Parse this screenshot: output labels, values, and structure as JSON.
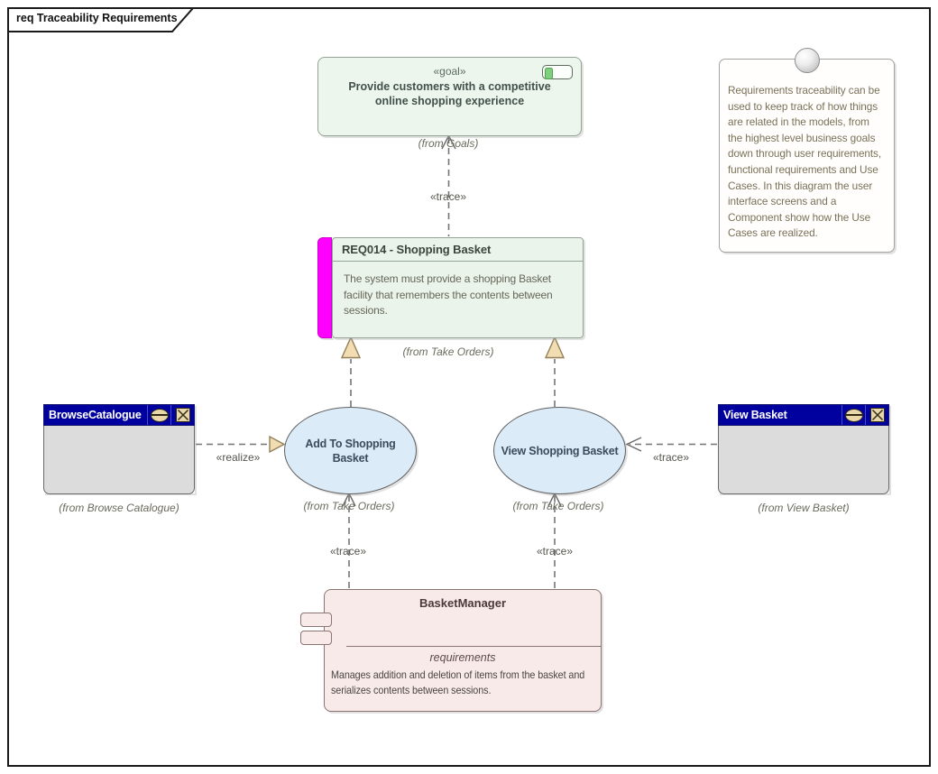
{
  "frame": {
    "title": "req Traceability Requirements"
  },
  "goal": {
    "stereotype": "«goal»",
    "name": "Provide customers with a competitive online shopping experience",
    "from": "(from Goals)"
  },
  "note": {
    "text": "Requirements traceability can be used to keep track of how things are related in the models, from the highest level business goals down through user requirements, functional requirements and Use Cases.  In this diagram the user interface screens and a Component show how the Use Cases are realized."
  },
  "requirement": {
    "name": "REQ014 - Shopping Basket",
    "description": "The system must provide a shopping Basket facility that remembers the contents between sessions.",
    "from": "(from Take Orders)"
  },
  "usecase_add": {
    "name": "Add To Shopping Basket",
    "from": "(from Take Orders)"
  },
  "usecase_view": {
    "name": "View Shopping Basket",
    "from": "(from Take Orders)"
  },
  "screen_browse": {
    "title": "BrowseCatalogue",
    "from": "(from Browse Catalogue)"
  },
  "screen_view": {
    "title": "View Basket",
    "from": "(from View Basket)"
  },
  "component": {
    "name": "BasketManager",
    "section_label": "requirements",
    "description": "Manages addition and deletion of items from the basket and serializes contents between sessions."
  },
  "labels": {
    "trace": "«trace»",
    "realize": "«realize»"
  },
  "colors": {
    "goal_fill": "#edf6ed",
    "requirement_fill": "#eaf4ea",
    "requirement_bar": "#ff00ff",
    "usecase_fill": "#dcebf8",
    "component_fill": "#f9eaea",
    "screen_titlebar": "#0101a0",
    "screen_body": "#dcdcdc",
    "window_button": "#e9d6a9",
    "arrowhead_tan": "#f2ddb2",
    "connector_gray": "#757575",
    "note_text": "#7b7158",
    "frame_border": "#1a1a1a"
  }
}
